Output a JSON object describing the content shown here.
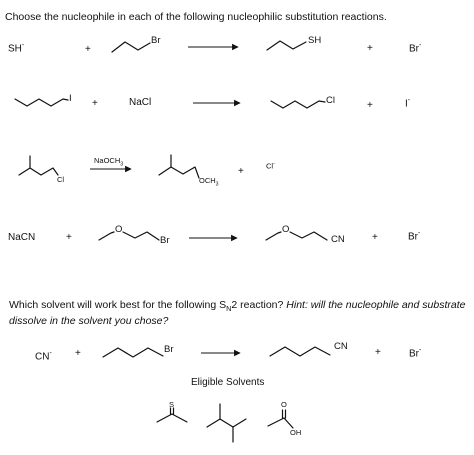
{
  "question1": "Choose the nucleophile in each of the following nucleophilic substitution reactions.",
  "reactions": [
    {
      "reactant_a": "SH",
      "reactant_a_charge": "-",
      "plus1": "+",
      "reactant_b_label": "Br",
      "product_a_label": "SH",
      "plus2": "+",
      "product_b": "Br",
      "product_b_charge": "-"
    },
    {
      "reactant_a_label": "I",
      "plus1": "+",
      "reactant_b": "NaCl",
      "product_a_label": "Cl",
      "plus2": "+",
      "product_b": "I",
      "product_b_charge": "-"
    },
    {
      "reactant_a_label": "Cl",
      "reagent": "NaOCH",
      "reagent_sub": "3",
      "product_a_label": "OCH",
      "product_a_sub": "3",
      "plus2": "+",
      "product_b": "Cl",
      "product_b_charge": "-"
    },
    {
      "reactant_a": "NaCN",
      "plus1": "+",
      "reactant_b_o": "O",
      "reactant_b_label": "Br",
      "product_a_o": "O",
      "product_a_label": "CN",
      "plus2": "+",
      "product_b": "Br",
      "product_b_charge": "-"
    }
  ],
  "question2": {
    "line1_pre": "Which solvent will work best for the following S",
    "line1_sub": "N",
    "line1_post": "2 reaction? ",
    "line1_hint": "Hint: will the nucleophile and substrate",
    "line2_hint": "dissolve in the solvent you chose?"
  },
  "reaction5": {
    "reactant_a": "CN",
    "reactant_a_charge": "-",
    "plus1": "+",
    "reactant_b_label": "Br",
    "product_a_label": "CN",
    "plus2": "+",
    "product_b": "Br",
    "product_b_charge": "-"
  },
  "eligible_solvents": {
    "title": "Eligible Solvents",
    "solvent1_atom": "S",
    "solvent3_o": "O",
    "solvent3_oh": "OH"
  }
}
